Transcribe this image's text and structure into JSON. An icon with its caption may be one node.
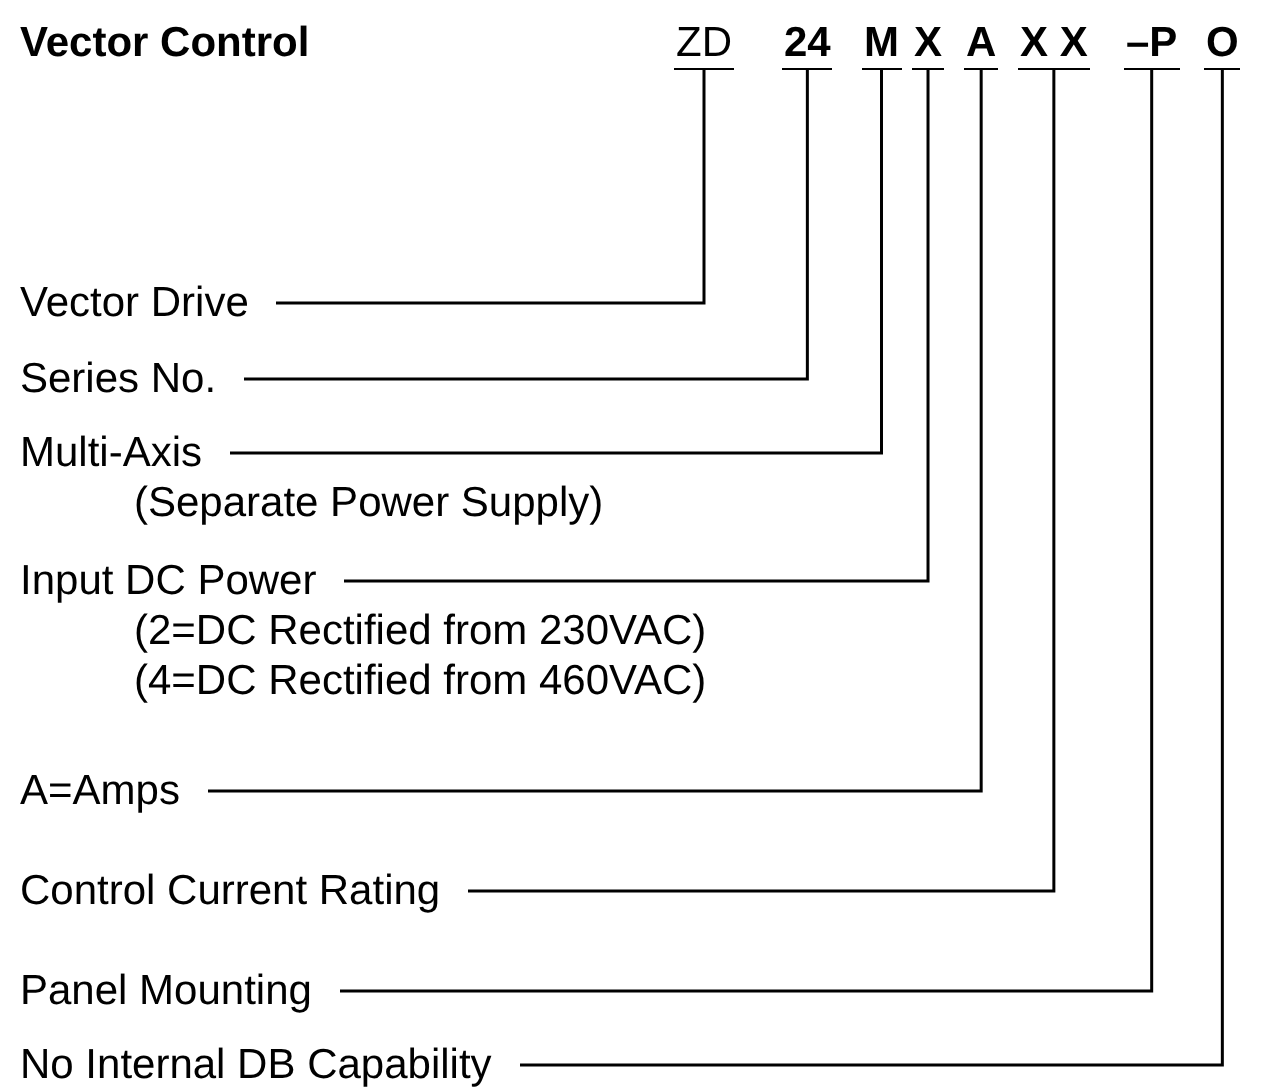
{
  "diagram": {
    "title": "Vector Control",
    "nodes": [
      {
        "text": [
          "ZD"
        ]
      },
      {
        "text": [
          "24"
        ]
      },
      {
        "text": [
          "M"
        ]
      },
      {
        "text": [
          "X"
        ]
      },
      {
        "text": [
          "A"
        ]
      },
      {
        "text": [
          "X X"
        ]
      },
      {
        "text": [
          "–P"
        ]
      },
      {
        "text": [
          "O"
        ]
      },
      {
        "text": [
          "Vector Drive"
        ]
      },
      {
        "text": [
          "Series No."
        ]
      },
      {
        "text": [
          "Multi-Axis",
          "(Separate Power Supply)"
        ]
      },
      {
        "text": [
          "Input DC Power",
          "(2=DC Rectified from 230VAC)",
          "(4=DC Rectified from 460VAC)"
        ]
      },
      {
        "text": [
          "A=Amps"
        ]
      },
      {
        "text": [
          "Control Current Rating"
        ]
      },
      {
        "text": [
          "Panel Mounting"
        ]
      },
      {
        "text": [
          "No Internal DB Capability"
        ]
      }
    ],
    "edges": [
      {
        "from": 8,
        "to": 0,
        "arrow": "none"
      },
      {
        "from": 9,
        "to": 1,
        "arrow": "none"
      },
      {
        "from": 10,
        "to": 2,
        "arrow": "none"
      },
      {
        "from": 11,
        "to": 3,
        "arrow": "none"
      },
      {
        "from": 12,
        "to": 4,
        "arrow": "none"
      },
      {
        "from": 13,
        "to": 5,
        "arrow": "none"
      },
      {
        "from": 14,
        "to": 6,
        "arrow": "none"
      },
      {
        "from": 15,
        "to": 7,
        "arrow": "none"
      }
    ]
  }
}
